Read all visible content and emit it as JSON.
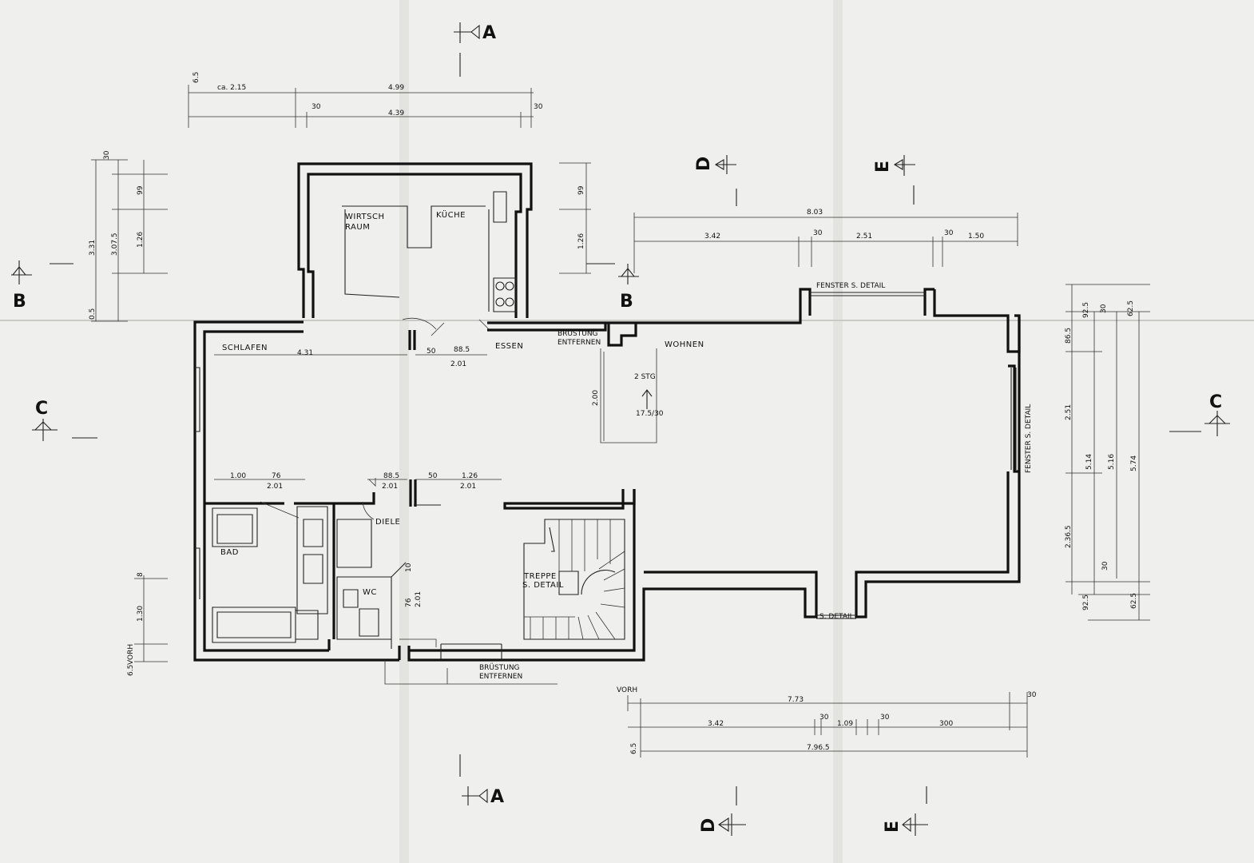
{
  "rooms": {
    "wirtsch": "WIRTSCH",
    "raum": "RAUM",
    "kueche": "KÜCHE",
    "schlafen": "SCHLAFEN",
    "essen": "ESSEN",
    "wohnen": "WOHNEN",
    "diele": "DIELE",
    "bad": "BAD",
    "wc": "WC",
    "treppe": "TREPPE",
    "treppe_detail": "S. DETAIL"
  },
  "notes": {
    "bruestung_top_1": "BRÜSTUNG",
    "bruestung_top_2": "ENTFERNEN",
    "bruestung_bottom_1": "BRÜSTUNG",
    "bruestung_bottom_2": "ENTFERNEN",
    "fenster_top": "FENSTER S. DETAIL",
    "fenster_right": "FENSTER S. DETAIL",
    "s_detail": "S. DETAIL",
    "stg": "2 STG",
    "stg_ratio": "17.5/30",
    "vorh_bottom": "VORH",
    "vorh_left": "VORH"
  },
  "sections": {
    "a_top": "A",
    "a_bottom": "A",
    "b_left": "B",
    "b_right": "B",
    "c_left": "C",
    "c_right": "C",
    "d_top": "D",
    "d_bottom": "D",
    "e_top": "E",
    "e_bottom": "E"
  },
  "dimensions": {
    "top_65": "6.5",
    "top_ca215": "ca. 2.15",
    "top_499": "4.99",
    "top_30a": "30",
    "top_30b": "30",
    "top_439": "4.39",
    "left_30": "30",
    "left_331": "3.31",
    "left_3075": "3.07.5",
    "left_99": "99",
    "left_126": "1.26",
    "left_05": "0.5",
    "mid_99": "99",
    "mid_126": "1.26",
    "liv_803": "8.03",
    "liv_342": "3.42",
    "liv_30a": "30",
    "liv_251": "2.51",
    "liv_30b": "30",
    "liv_150": "1.50",
    "schl_431": "4.31",
    "essen_50": "50",
    "essen_885": "88.5",
    "essen_201": "2.01",
    "stair_200": "2.00",
    "bed_100": "1.00",
    "bed_76": "76",
    "bed_201": "2.01",
    "diele_885": "88.5",
    "diele_201": "2.01",
    "diele_50": "50",
    "diele_126": "1.26",
    "diele_201b": "2.01",
    "wc_76": "76",
    "wc_201": "2.01",
    "wc_10": "10",
    "bad_130": "1.30",
    "bad_8": "8",
    "bad_65": "6.5",
    "right_925a": "92.5",
    "right_30a": "30",
    "right_625a": "62.5",
    "right_865": "86.5",
    "right_251": "2.51",
    "right_514a": "5.14",
    "right_516": "5.16",
    "right_574": "5.74",
    "right_2365": "2.36.5",
    "right_30b": "30",
    "right_925b": "92.5",
    "right_625b": "62.5",
    "bot_773": "7.73",
    "bot_30a": "30",
    "bot_342": "3.42",
    "bot_30b": "30",
    "bot_109": "1.09",
    "bot_30c": "30",
    "bot_300": "300",
    "bot_65": "6.5",
    "bot_7965": "7.96.5"
  }
}
